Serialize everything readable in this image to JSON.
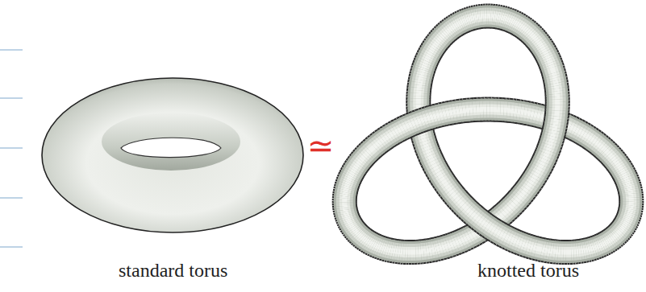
{
  "diagram": {
    "labels": [
      "standard torus",
      "≃",
      "knotted torus"
    ]
  }
}
